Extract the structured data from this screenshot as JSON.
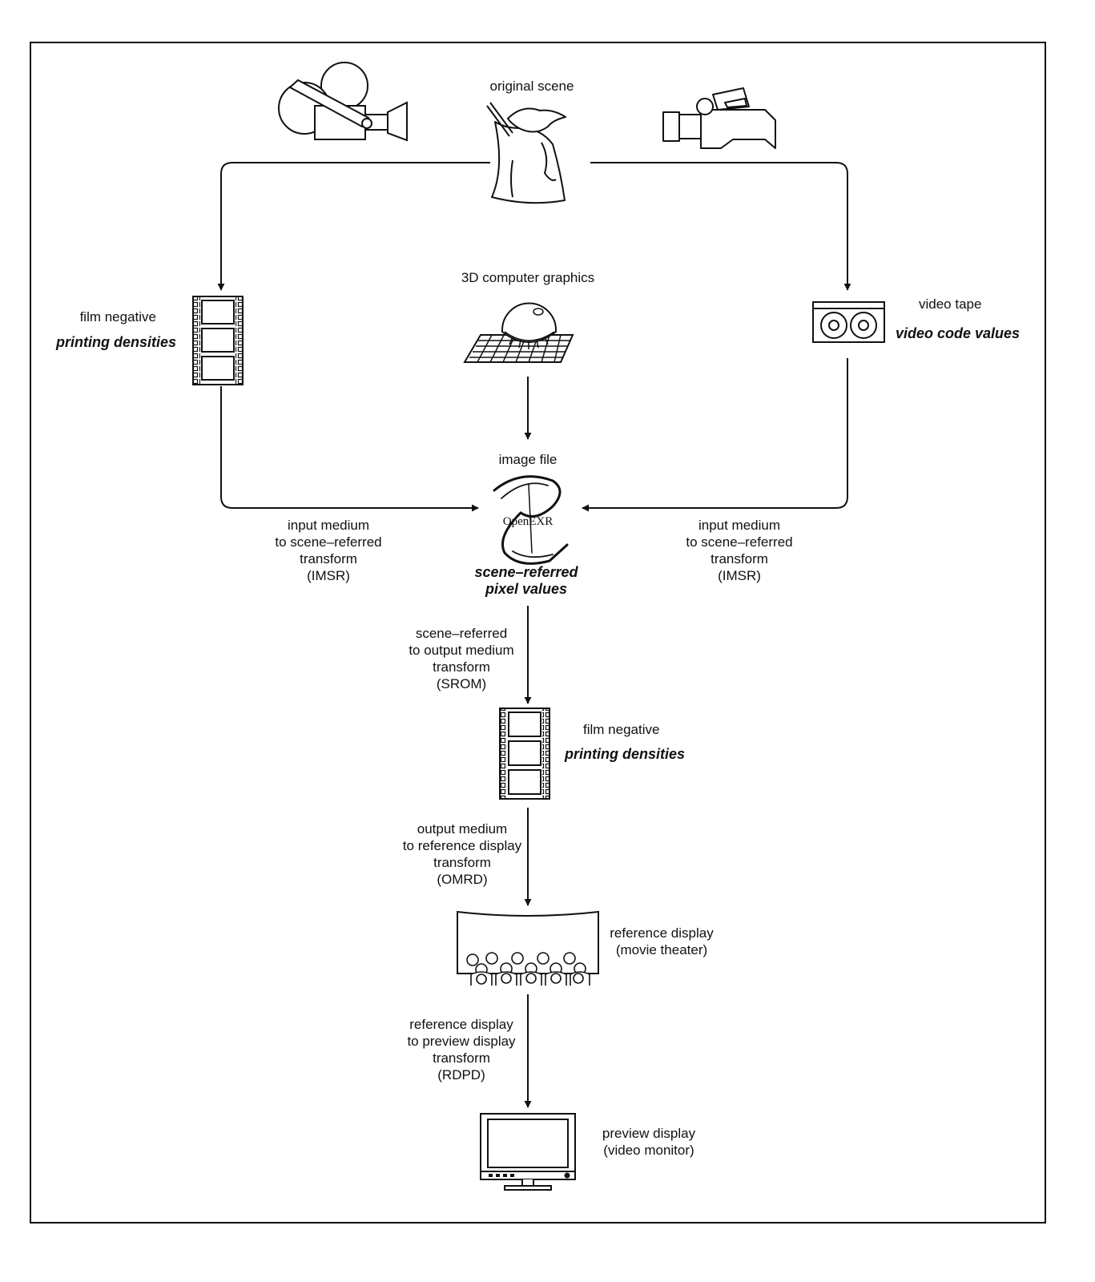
{
  "nodes": {
    "original_scene": {
      "label": "original scene"
    },
    "film_negative_in": {
      "label": "film negative",
      "value": "printing densities"
    },
    "cg": {
      "label": "3D computer graphics"
    },
    "video_tape": {
      "label": "video tape",
      "value": "video code values"
    },
    "image_file": {
      "label": "image file",
      "logo_text": "OpenEXR",
      "value_line1": "scene–referred",
      "value_line2": "pixel values"
    },
    "film_negative_out": {
      "label": "film negative",
      "value": "printing densities"
    },
    "reference_display": {
      "line1": "reference display",
      "line2": "(movie theater)"
    },
    "preview_display": {
      "line1": "preview display",
      "line2": "(video monitor)"
    }
  },
  "transforms": {
    "imsr_left": {
      "lines": [
        "input medium",
        "to scene–referred",
        "transform",
        "(IMSR)"
      ]
    },
    "imsr_right": {
      "lines": [
        "input medium",
        "to scene–referred",
        "transform",
        "(IMSR)"
      ]
    },
    "srom": {
      "lines": [
        "scene–referred",
        "to output medium",
        "transform",
        "(SROM)"
      ]
    },
    "omrd": {
      "lines": [
        "output medium",
        "to reference display",
        "transform",
        "(OMRD)"
      ]
    },
    "rdpd": {
      "lines": [
        "reference display",
        "to preview display",
        "transform",
        "(RDPD)"
      ]
    }
  },
  "icons": [
    "film-camera-icon",
    "yoda-figure-icon",
    "video-camera-icon",
    "film-strip-icon",
    "cg-sphere-grid-icon",
    "video-tape-icon",
    "openexr-logo-icon",
    "movie-theater-icon",
    "video-monitor-icon"
  ],
  "colors": {
    "ink": "#111111",
    "background": "#ffffff"
  }
}
